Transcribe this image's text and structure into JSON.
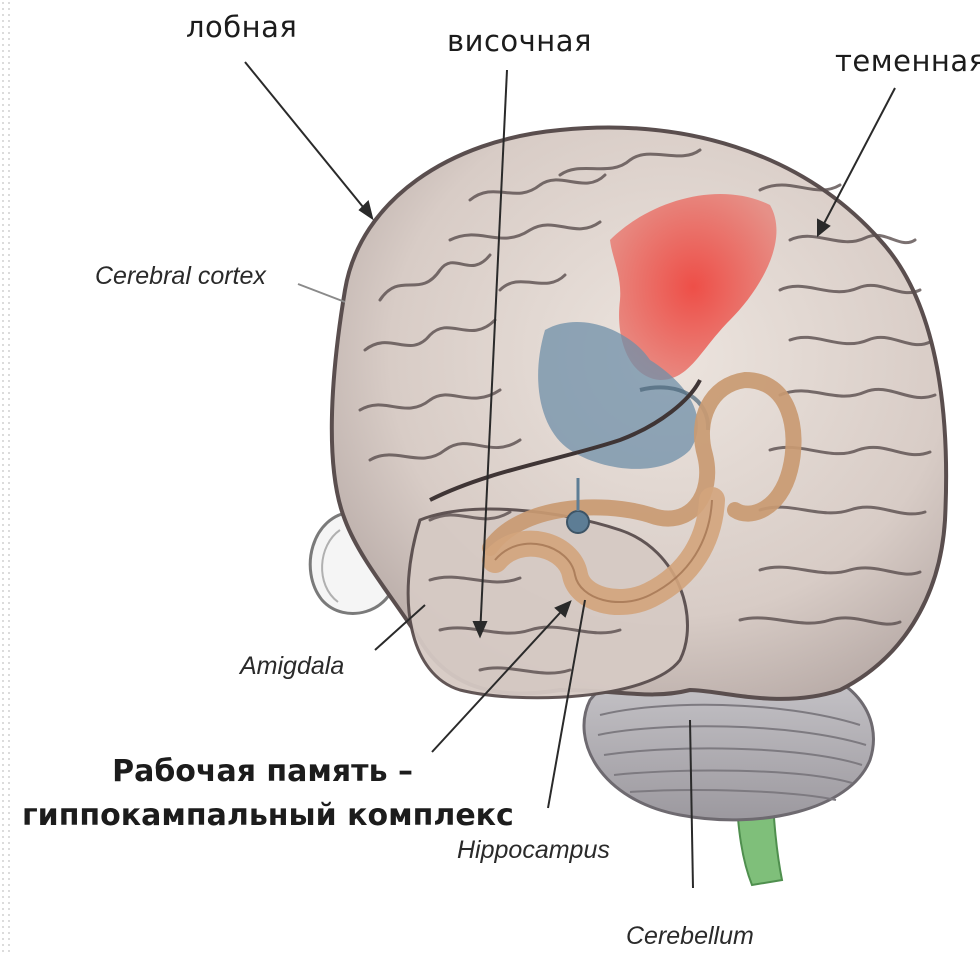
{
  "labels": {
    "frontal": "лобная",
    "temporal": "височная",
    "parietal": "теменная",
    "cerebral_cortex": "Cerebral cortex",
    "amigdala": "Amigdala",
    "working_memory_line1": "Рабочая память –",
    "working_memory_line2": "гиппокампальный комплекс",
    "hippocampus": "Hippocampus",
    "cerebellum": "Cerebellum"
  },
  "colors": {
    "cortex": "#ddd2cc",
    "sulci": "#5a4e4e",
    "highlight_red": "#e2473f",
    "limbic_blue": "#6f8fa8",
    "hippocampus_tan": "#cfa27a",
    "brainstem_green": "#7fbf7a"
  }
}
